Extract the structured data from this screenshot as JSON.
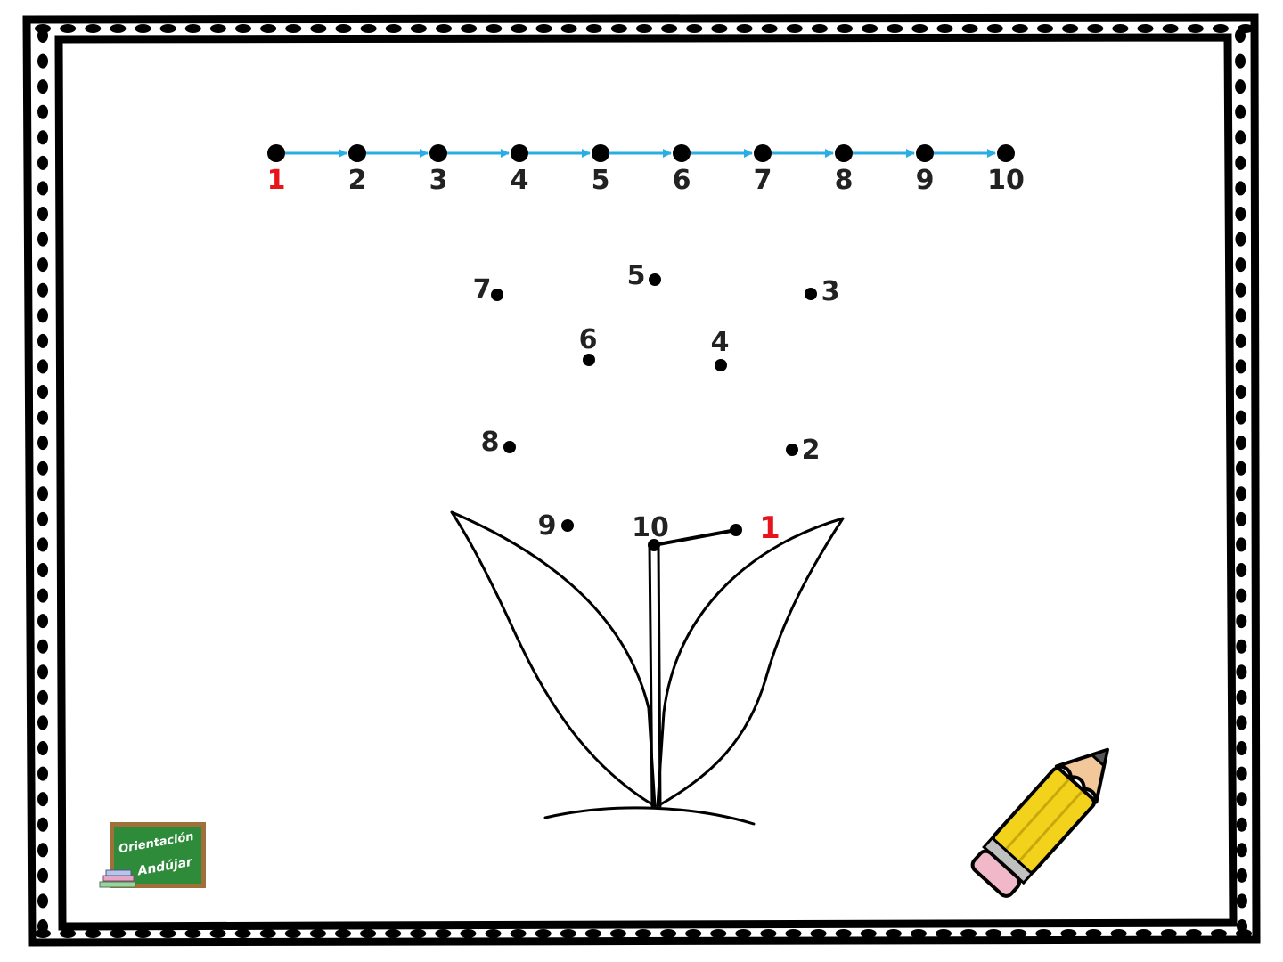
{
  "number_line": {
    "labels": [
      "1",
      "2",
      "3",
      "4",
      "5",
      "6",
      "7",
      "8",
      "9",
      "10"
    ],
    "highlight_color": "#e8141b",
    "arrow_color": "#29aee3"
  },
  "puzzle": {
    "dots": [
      {
        "label": "1"
      },
      {
        "label": "2"
      },
      {
        "label": "3"
      },
      {
        "label": "4"
      },
      {
        "label": "5"
      },
      {
        "label": "6"
      },
      {
        "label": "7"
      },
      {
        "label": "8"
      },
      {
        "label": "9"
      },
      {
        "label": "10"
      }
    ],
    "start_label_color": "#e8141b"
  },
  "logo": {
    "line1": "Orientación",
    "line2": "Andújar",
    "board_color": "#2e8b3a",
    "frame_color": "#a0703a"
  },
  "decoration": {
    "pencil_icon": "pencil-icon",
    "pencil_color": "#f2d21b"
  }
}
